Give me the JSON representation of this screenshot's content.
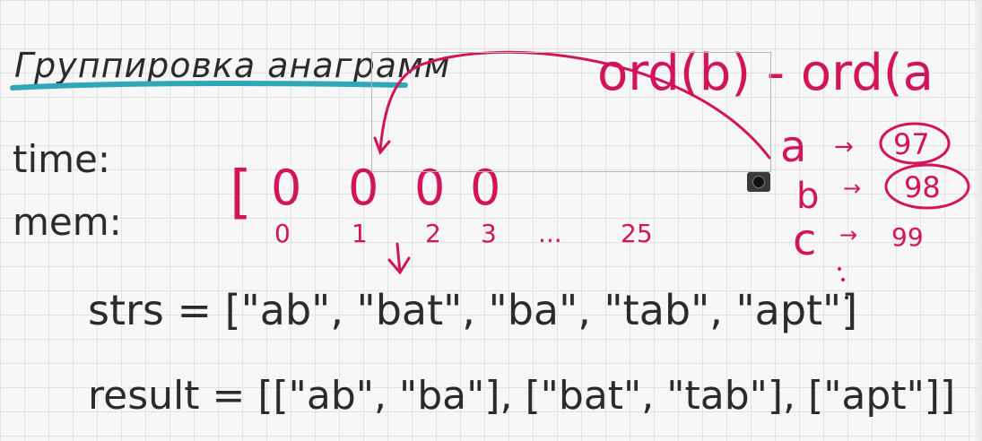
{
  "title": "Группировка анаграмм",
  "labels": {
    "time": "time:",
    "mem": "mem:"
  },
  "array": {
    "open_bracket": "[",
    "cells": [
      "0",
      "0",
      "0",
      "0"
    ],
    "indices": [
      "0",
      "1",
      "2",
      "3",
      "...",
      "25"
    ]
  },
  "formula": "ord(b) - ord(a",
  "ascii": [
    {
      "char": "a",
      "arrow": "→",
      "code": "97"
    },
    {
      "char": "b",
      "arrow": "→",
      "code": "98"
    },
    {
      "char": "c",
      "arrow": "→",
      "code": "99"
    }
  ],
  "strs_line": "strs = [\"ab\", \"bat\", \"ba\", \"tab\", \"apt\"]",
  "result_line": "result = [[\"ab\", \"ba\"], [\"bat\", \"tab\"], [\"apt\"]]",
  "colors": {
    "ink": "#2b2b2b",
    "pink": "#d4145a",
    "teal": "#2fa7b8",
    "grid": "#e2e2e2",
    "background": "#f7f7f7"
  },
  "icons": {
    "selection_handle": "resize-handle-icon"
  }
}
